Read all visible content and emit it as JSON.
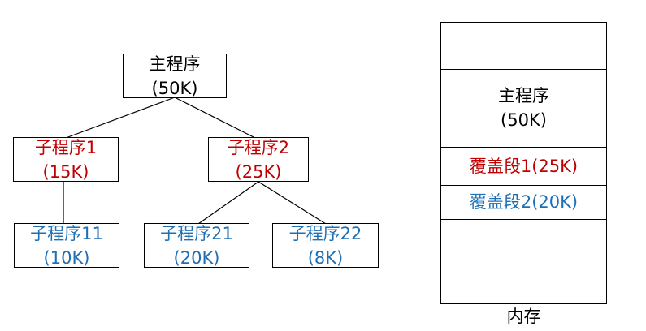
{
  "tree": {
    "root": {
      "name": "主程序",
      "size": "(50K)"
    },
    "children": [
      {
        "name": "子程序1",
        "size": "(15K)",
        "children": [
          {
            "name": "子程序11",
            "size": "(10K)"
          }
        ]
      },
      {
        "name": "子程序2",
        "size": "(25K)",
        "children": [
          {
            "name": "子程序21",
            "size": "(20K)"
          },
          {
            "name": "子程序22",
            "size": "(8K)"
          }
        ]
      }
    ]
  },
  "memory": {
    "caption": "内存",
    "main": {
      "name": "主程序",
      "size": "(50K)"
    },
    "overlay1": "覆盖段1(25K)",
    "overlay2": "覆盖段2(20K)"
  },
  "colors": {
    "level1": "#c00000",
    "level2": "#1f6fb5",
    "root": "#000000"
  }
}
